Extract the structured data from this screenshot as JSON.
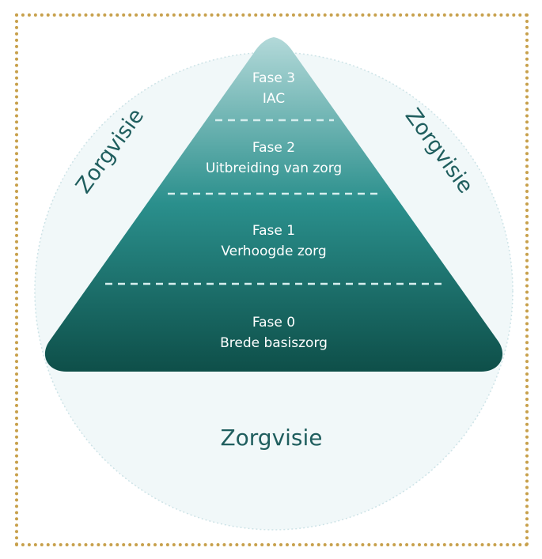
{
  "diagram": {
    "phases": [
      {
        "name": "Fase 3",
        "label": "IAC"
      },
      {
        "name": "Fase 2",
        "label": "Uitbreiding van zorg"
      },
      {
        "name": "Fase 1",
        "label": "Verhoogde zorg"
      },
      {
        "name": "Fase 0",
        "label": "Brede basiszorg"
      }
    ],
    "vision": {
      "left": "Zorgvisie",
      "right": "Zorgvisie",
      "bottom": "Zorgvisie"
    }
  },
  "colors": {
    "frame_border": "#c7a04b",
    "circle_fill": "#f1f8f9",
    "circle_stroke": "#cde3e7",
    "pyramid_top": "#b3d9d9",
    "pyramid_mid": "#2a8f8c",
    "pyramid_bottom": "#0e4f49",
    "vision_text": "#1f5e5e",
    "phase_text": "#ffffff",
    "divider": "#d6eeee"
  }
}
